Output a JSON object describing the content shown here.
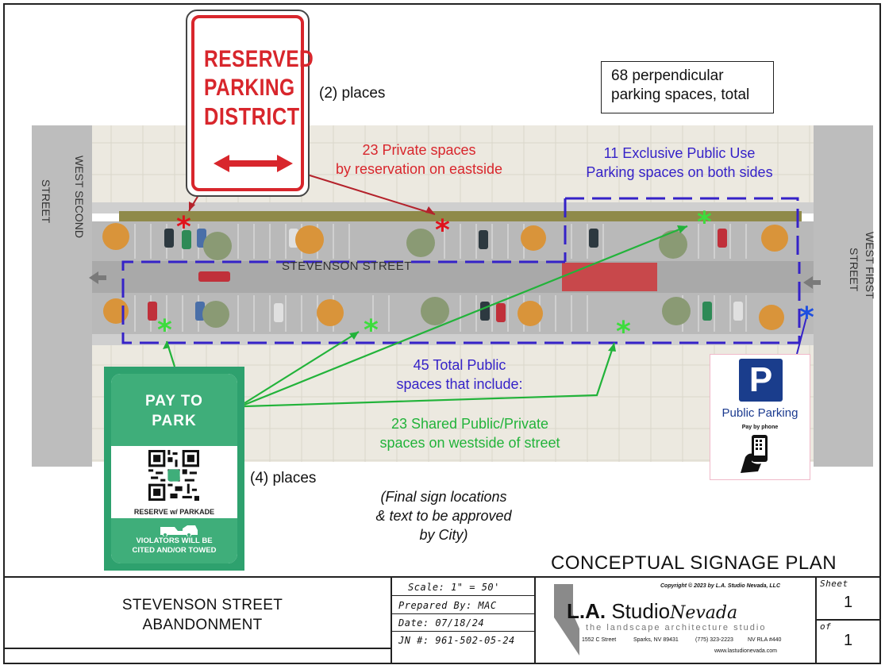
{
  "reserved_sign": {
    "line1": "RESERVED",
    "line2": "PARKING",
    "line3": "DISTRICT"
  },
  "labels": {
    "places_2": "(2) places",
    "places_4": "(4) places",
    "private_spaces_l1": "23 Private spaces",
    "private_spaces_l2": "by reservation on eastside",
    "exclusive_l1": "11 Exclusive Public Use",
    "exclusive_l2": "Parking spaces on both sides",
    "total_l1": "68 perpendicular",
    "total_l2": "parking spaces, total",
    "public_total_l1": "45 Total Public",
    "public_total_l2": "spaces that include:",
    "shared_l1": "23 Shared Public/Private",
    "shared_l2": "spaces on westside of street",
    "final_l1": "(Final sign locations",
    "final_l2": "& text to be approved",
    "final_l3": "by City)",
    "plan_title": "CONCEPTUAL SIGNAGE PLAN"
  },
  "streets": {
    "west_second": "WEST SECOND",
    "west_second_2": "STREET",
    "west_first": "WEST FIRST",
    "west_first_2": "STREET",
    "stevenson": "STEVENSON STREET"
  },
  "pay_sign": {
    "line1": "PAY TO",
    "line2": "PARK",
    "reserve": "RESERVE w/ PARKADE",
    "violators_l1": "VIOLATORS WILL BE",
    "violators_l2": "CITED AND/OR TOWED"
  },
  "public_sign": {
    "letter": "P",
    "label": "Public Parking",
    "sublabel": "Pay by phone"
  },
  "title_block": {
    "project_l1": "STEVENSON STREET",
    "project_l2": "ABANDONMENT",
    "scale": "Scale: 1\" = 50'",
    "prepared": "Prepared By: MAC",
    "date": "Date: 07/18/24",
    "jn": "JN #: 961-502-05-24",
    "copyright": "Copyright © 2023 by L.A. Studio Nevada, LLC",
    "firm_la": "L.A.",
    "firm_studio": "Studio",
    "firm_nevada": "Nevada",
    "firm_tagline": "the landscape architecture studio",
    "address": "1552 C Street",
    "city": "Sparks, NV 89431",
    "phone": "(775) 323-2223",
    "license": "NV RLA #440",
    "website": "www.lastudionevada.com",
    "sheet_label": "Sheet",
    "sheet_num": "1",
    "of_label": "of",
    "of_num": "1"
  },
  "colors": {
    "red": "#d8262c",
    "blue": "#3522c8",
    "green": "#22b33a",
    "sign_green": "#3fae7a",
    "public_blue": "#1a3d8c"
  }
}
